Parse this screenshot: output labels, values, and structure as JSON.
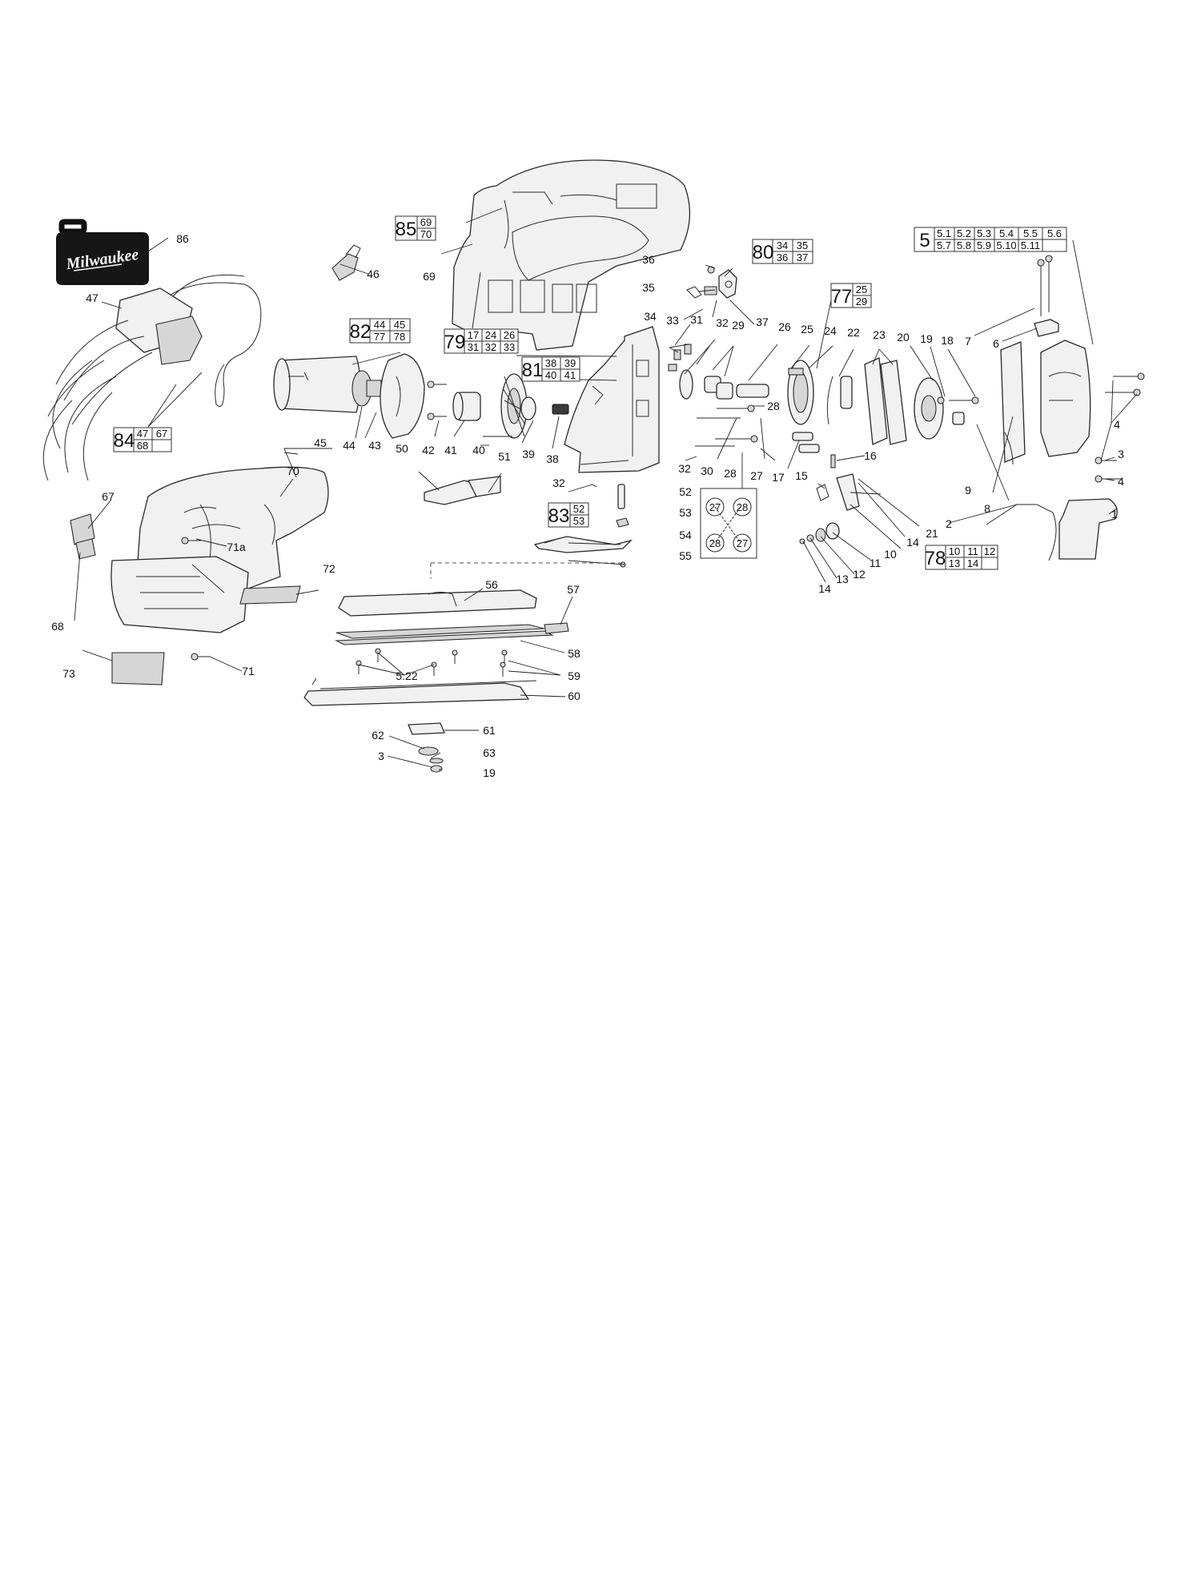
{
  "logo": {
    "text": "Milwaukee"
  },
  "callouts": {
    "c1": "1",
    "c2": "2",
    "c3a": "3",
    "c3b": "3",
    "c4a": "4",
    "c4b": "4",
    "c6": "6",
    "c7": "7",
    "c8": "8",
    "c9": "9",
    "c10": "10",
    "c11": "11",
    "c12": "12",
    "c13": "13",
    "c14a": "14",
    "c14b": "14",
    "c15": "15",
    "c16": "16",
    "c17": "17",
    "c18": "18",
    "c19a": "19",
    "c19b": "19",
    "c20": "20",
    "c21": "21",
    "c22": "22",
    "c23": "23",
    "c24": "24",
    "c25": "25",
    "c26": "26",
    "c27": "27",
    "c28a": "28",
    "c28b": "28",
    "c29": "29",
    "c30": "30",
    "c31": "31",
    "c32a": "32",
    "c32b": "32",
    "c32c": "32",
    "c33": "33",
    "c34": "34",
    "c35": "35",
    "c36": "36",
    "c37": "37",
    "c38": "38",
    "c39": "39",
    "c40": "40",
    "c41": "41",
    "c42": "42",
    "c43": "43",
    "c44": "44",
    "c45": "45",
    "c46": "46",
    "c47": "47",
    "c50": "50",
    "c51": "51",
    "c52": "52",
    "c53": "53",
    "c54": "54",
    "c55": "55",
    "c56": "56",
    "c57": "57",
    "c58": "58",
    "c59": "59",
    "c60": "60",
    "c61": "61",
    "c62": "62",
    "c63": "63",
    "c67": "67",
    "c68": "68",
    "c69": "69",
    "c70": "70",
    "c71": "71",
    "c71a": "71a",
    "c72": "72",
    "c73": "73",
    "c86": "86",
    "c522": "5.22"
  },
  "kits": {
    "k85": {
      "id": "85",
      "parts": [
        "69",
        "70"
      ]
    },
    "k80": {
      "id": "80",
      "parts": [
        "34",
        "35",
        "36",
        "37"
      ]
    },
    "k5": {
      "id": "5",
      "parts": [
        "5.1",
        "5.2",
        "5.3",
        "5.4",
        "5.5",
        "5.6",
        "5.7",
        "5.8",
        "5.9",
        "5.10",
        "5.11"
      ]
    },
    "k77": {
      "id": "77",
      "parts": [
        "25",
        "29"
      ]
    },
    "k82": {
      "id": "82",
      "parts": [
        "44",
        "45",
        "77",
        "78"
      ]
    },
    "k79": {
      "id": "79",
      "parts": [
        "17",
        "24",
        "26",
        "31",
        "32",
        "33"
      ]
    },
    "k81": {
      "id": "81",
      "parts": [
        "38",
        "39",
        "40",
        "41"
      ]
    },
    "k84": {
      "id": "84",
      "parts": [
        "47",
        "67",
        "68"
      ]
    },
    "k83": {
      "id": "83",
      "parts": [
        "52",
        "53"
      ]
    },
    "k78": {
      "id": "78",
      "parts": [
        "10",
        "11",
        "12",
        "13",
        "14"
      ]
    }
  },
  "inset": {
    "a": "27",
    "b": "28",
    "c": "28",
    "d": "27"
  }
}
